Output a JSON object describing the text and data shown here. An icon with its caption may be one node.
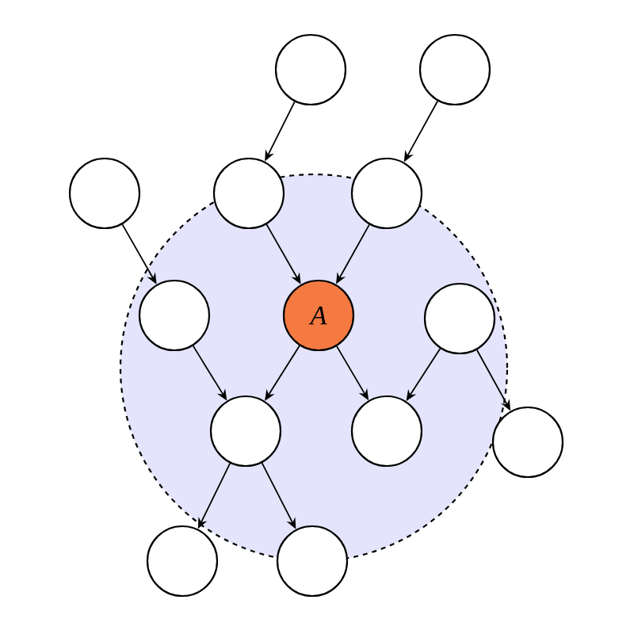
{
  "diagram": {
    "nodes": [
      {
        "text": [],
        "shape": "circle"
      },
      {
        "text": [],
        "shape": "circle"
      },
      {
        "text": [],
        "shape": "circle"
      },
      {
        "text": [],
        "shape": "circle"
      },
      {
        "text": [],
        "shape": "circle",
        "in": 0
      },
      {
        "text": [],
        "shape": "circle",
        "in": 0
      },
      {
        "text": [],
        "shape": "circle",
        "in": 0
      },
      {
        "text": [
          "A"
        ],
        "in": 0
      },
      {
        "text": [],
        "shape": "circle",
        "in": 0
      },
      {
        "text": [],
        "shape": "circle",
        "in": 0
      },
      {
        "text": [],
        "shape": "circle",
        "in": 0
      },
      {
        "text": [],
        "shape": "circle"
      },
      {
        "text": [],
        "shape": "circle"
      },
      {
        "text": [],
        "shape": "circle"
      }
    ],
    "edges": [
      {
        "from": 1,
        "to": 4,
        "arrow": "to"
      },
      {
        "from": 2,
        "to": 5,
        "arrow": "to"
      },
      {
        "from": 3,
        "to": 6,
        "arrow": "to"
      },
      {
        "from": 4,
        "to": 7,
        "arrow": "to"
      },
      {
        "from": 5,
        "to": 7,
        "arrow": "to"
      },
      {
        "from": 6,
        "to": 9,
        "arrow": "to"
      },
      {
        "from": 7,
        "to": 9,
        "arrow": "to"
      },
      {
        "from": 7,
        "to": 10,
        "arrow": "to"
      },
      {
        "from": 8,
        "to": 10,
        "arrow": "to"
      },
      {
        "from": 8,
        "to": 11,
        "arrow": "to"
      },
      {
        "from": 9,
        "to": 12,
        "arrow": "to"
      },
      {
        "from": 9,
        "to": 13,
        "arrow": "to"
      }
    ]
  }
}
